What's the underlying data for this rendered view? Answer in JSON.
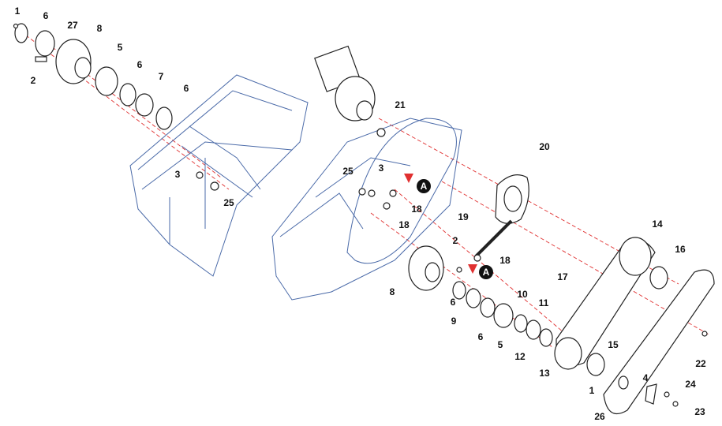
{
  "diagram": {
    "type": "exploded-parts-view",
    "callout_letter": "A",
    "colors": {
      "frame": "#4a6aa8",
      "alignment_lines": "#e03030",
      "arrow": "#e03030",
      "labels": "#111111"
    },
    "part_labels": [
      "1",
      "6",
      "27",
      "8",
      "2",
      "5",
      "6",
      "7",
      "6",
      "21",
      "20",
      "3",
      "25",
      "25",
      "3",
      "18",
      "18",
      "19",
      "2",
      "18",
      "14",
      "16",
      "17",
      "8",
      "6",
      "9",
      "10",
      "11",
      "6",
      "5",
      "12",
      "13",
      "15",
      "22",
      "1",
      "4",
      "24",
      "26",
      "23"
    ]
  }
}
